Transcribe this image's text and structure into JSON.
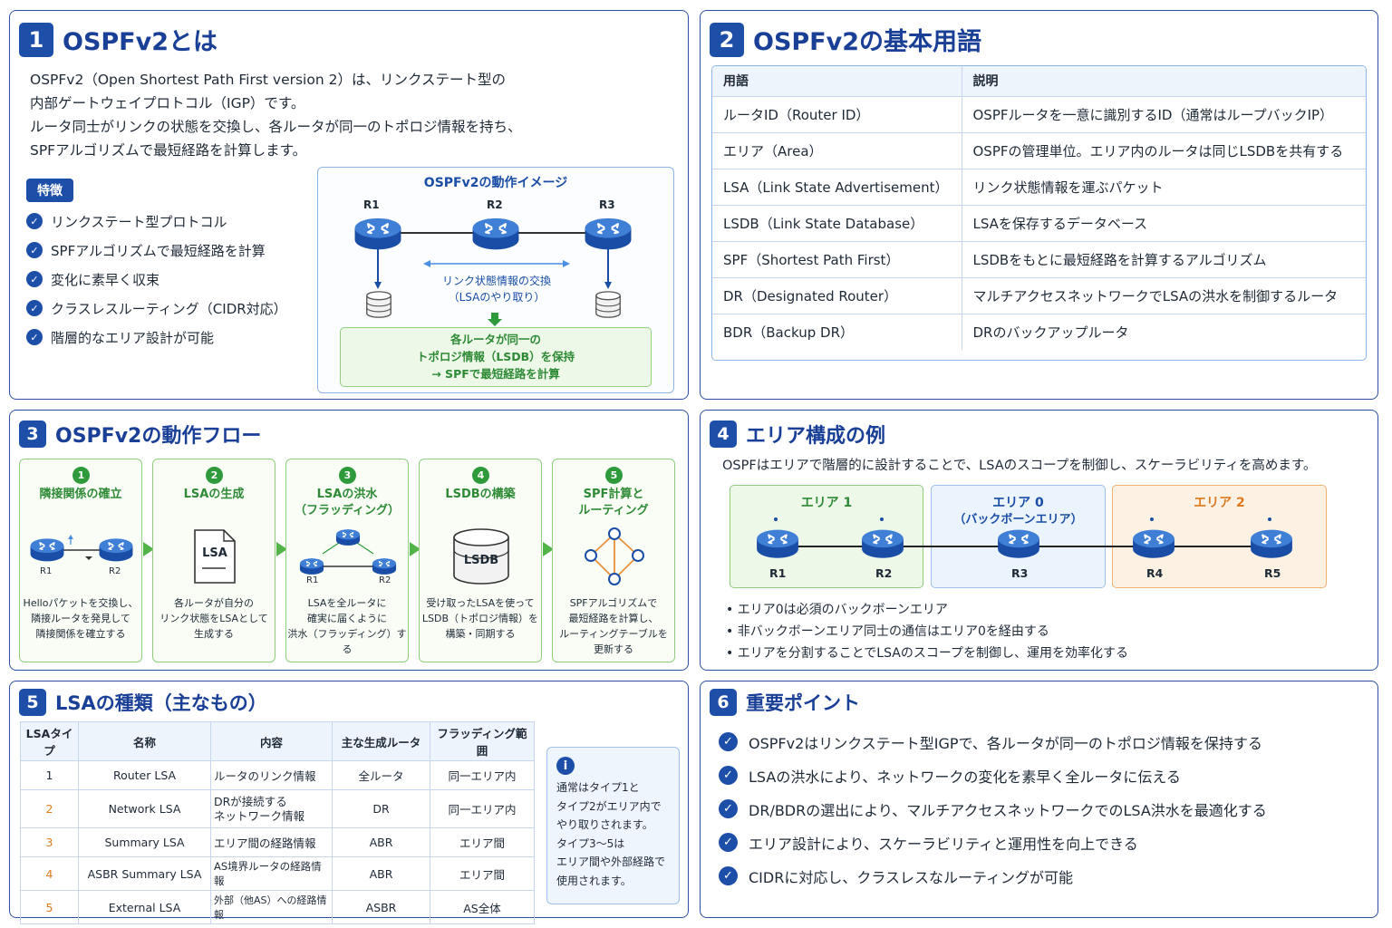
{
  "colors": {
    "primary": "#1d4ea8",
    "green": "#2e9a3c",
    "orange": "#e8913a"
  },
  "p1": {
    "num": "1",
    "title": "OSPFv2とは",
    "intro": [
      "OSPFv2（Open Shortest Path First version 2）は、リンクステート型の",
      "内部ゲートウェイプロトコル（IGP）です。",
      "ルータ同士がリンクの状態を交換し、各ルータが同一のトポロジ情報を持ち、",
      "SPFアルゴリズムで最短経路を計算します。"
    ],
    "feature_label": "特徴",
    "features": [
      "リンクステート型プロトコル",
      "SPFアルゴリズムで最短経路を計算",
      "変化に素早く収束",
      "クラスレスルーティング（CIDR対応）",
      "階層的なエリア設計が可能"
    ],
    "diagram": {
      "title": "OSPFv2の動作イメージ",
      "routers": [
        "R1",
        "R2",
        "R3"
      ],
      "exchange": [
        "リンク状態情報の交換",
        "（LSAのやり取り）"
      ],
      "result": [
        "各ルータが同一の",
        "トポロジ情報（LSDB）を保持",
        "→ SPFで最短経路を計算"
      ]
    }
  },
  "p2": {
    "num": "2",
    "title": "OSPFv2の基本用語",
    "headers": [
      "用語",
      "説明"
    ],
    "rows": [
      [
        "ルータID（Router ID）",
        "OSPFルータを一意に識別するID（通常はループバックIP）"
      ],
      [
        "エリア（Area）",
        "OSPFの管理単位。エリア内のルータは同じLSDBを共有する"
      ],
      [
        "LSA（Link State Advertisement）",
        "リンク状態情報を運ぶパケット"
      ],
      [
        "LSDB（Link State Database）",
        "LSAを保存するデータベース"
      ],
      [
        "SPF（Shortest Path First）",
        "LSDBをもとに最短経路を計算するアルゴリズム"
      ],
      [
        "DR（Designated Router）",
        "マルチアクセスネットワークでLSAの洪水を制御するルータ"
      ],
      [
        "BDR（Backup DR）",
        "DRのバックアップルータ"
      ]
    ]
  },
  "p3": {
    "num": "3",
    "title": "OSPFv2の動作フロー",
    "steps": [
      {
        "num": "1",
        "title": "隣接関係の確立",
        "desc": "Helloパケットを交換し、\n隣接ルータを発見して\n隣接関係を確立する",
        "labels": [
          "R1",
          "R2"
        ]
      },
      {
        "num": "2",
        "title": "LSAの生成",
        "desc": "各ルータが自分の\nリンク状態をLSAとして\n生成する",
        "labels": [
          "LSA"
        ]
      },
      {
        "num": "3",
        "title": "LSAの洪水\n（フラッディング）",
        "desc": "LSAを全ルータに\n確実に届くように\n洪水（フラッディング）する",
        "labels": [
          "R1",
          "R2"
        ]
      },
      {
        "num": "4",
        "title": "LSDBの構築",
        "desc": "受け取ったLSAを使って\nLSDB（トポロジ情報）を\n構築・同期する",
        "labels": [
          "LSDB"
        ]
      },
      {
        "num": "5",
        "title": "SPF計算と\nルーティング",
        "desc": "SPFアルゴリズムで\n最短経路を計算し、\nルーティングテーブルを\n更新する",
        "labels": []
      }
    ]
  },
  "p4": {
    "num": "4",
    "title": "エリア構成の例",
    "lead": "OSPFはエリアで階層的に設計することで、LSAのスコープを制御し、スケーラビリティを高めます。",
    "areas": [
      {
        "name": "エリア 1",
        "sub": ""
      },
      {
        "name": "エリア 0",
        "sub": "（バックボーンエリア）"
      },
      {
        "name": "エリア 2",
        "sub": ""
      }
    ],
    "routers": [
      "R1",
      "R2",
      "R3",
      "R4",
      "R5"
    ],
    "bullets": [
      "エリア0は必須のバックボーンエリア",
      "非バックボーンエリア同士の通信はエリア0を経由する",
      "エリアを分割することでLSAのスコープを制御し、運用を効率化する"
    ]
  },
  "p5": {
    "num": "5",
    "title": "LSAの種類（主なもの）",
    "headers": [
      "LSAタイプ",
      "名称",
      "内容",
      "主な生成ルータ",
      "フラッディング範囲"
    ],
    "rows": [
      [
        "1",
        "Router LSA",
        "ルータのリンク情報",
        "全ルータ",
        "同一エリア内"
      ],
      [
        "2",
        "Network LSA",
        "DRが接続する\nネットワーク情報",
        "DR",
        "同一エリア内"
      ],
      [
        "3",
        "Summary LSA",
        "エリア間の経路情報",
        "ABR",
        "エリア間"
      ],
      [
        "4",
        "ASBR Summary LSA",
        "AS境界ルータの経路情報",
        "ABR",
        "エリア間"
      ],
      [
        "5",
        "External LSA",
        "外部（他AS）への経路情報",
        "ASBR",
        "AS全体"
      ]
    ],
    "note": [
      "通常はタイプ1と",
      "タイプ2がエリア内で",
      "やり取りされます。",
      "タイプ3〜5は",
      "エリア間や外部経路で",
      "使用されます。"
    ]
  },
  "p6": {
    "num": "6",
    "title": "重要ポイント",
    "points": [
      "OSPFv2はリンクステート型IGPで、各ルータが同一のトポロジ情報を保持する",
      "LSAの洪水により、ネットワークの変化を素早く全ルータに伝える",
      "DR/BDRの選出により、マルチアクセスネットワークでのLSA洪水を最適化する",
      "エリア設計により、スケーラビリティと運用性を向上できる",
      "CIDRに対応し、クラスレスなルーティングが可能"
    ]
  }
}
